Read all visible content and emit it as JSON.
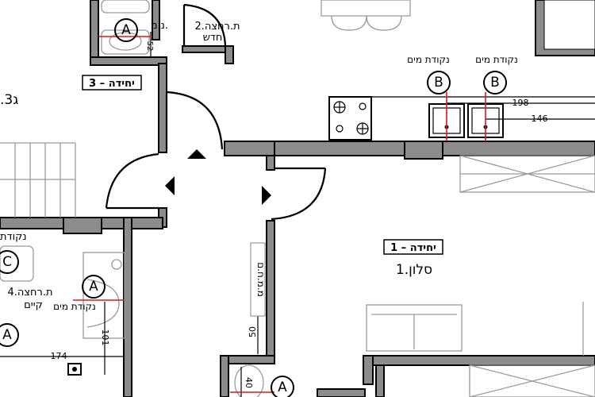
{
  "rooms": {
    "unit3_prefix": "יחידה – 3",
    "unit3_left": ".ג3",
    "unit1_tag": "יחידה – 1",
    "living_room": "1.סלון",
    "new_bath_line1": "2.ת.רחצה",
    "new_bath_line2": "חדש",
    "existing_bath_line1": "4.ת.רחצה",
    "existing_bath_line2": "קיים",
    "toilet": "נ.מ.",
    "corridor": "מ.מ.ח.ם"
  },
  "notes": {
    "water_point": "נקודת מים",
    "water_point_cut": "נקודת"
  },
  "markers": {
    "a": "A",
    "b": "B",
    "c": "C"
  },
  "dimensions": {
    "d198": "198",
    "d146": "146",
    "d174": "174",
    "d101": "101",
    "d50": "50",
    "d40": "40",
    "d52": "52"
  }
}
